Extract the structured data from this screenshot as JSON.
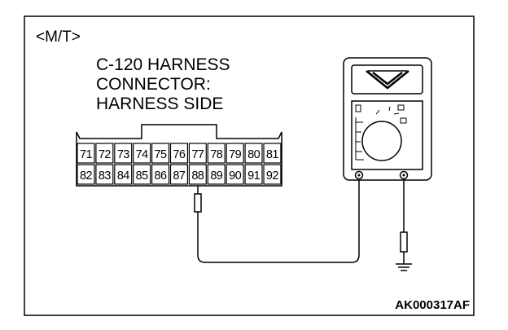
{
  "diagram": {
    "variant_label": "<M/T>",
    "connector_title_lines": [
      "C-120 HARNESS",
      "CONNECTOR:",
      "HARNESS SIDE"
    ],
    "pins_top_row": [
      "71",
      "72",
      "73",
      "74",
      "75",
      "76",
      "77",
      "78",
      "79",
      "80",
      "81"
    ],
    "pins_bottom_row": [
      "82",
      "83",
      "84",
      "85",
      "86",
      "87",
      "88",
      "89",
      "90",
      "91",
      "92"
    ],
    "probe_pin": "88",
    "figure_code": "AK000317AF"
  }
}
